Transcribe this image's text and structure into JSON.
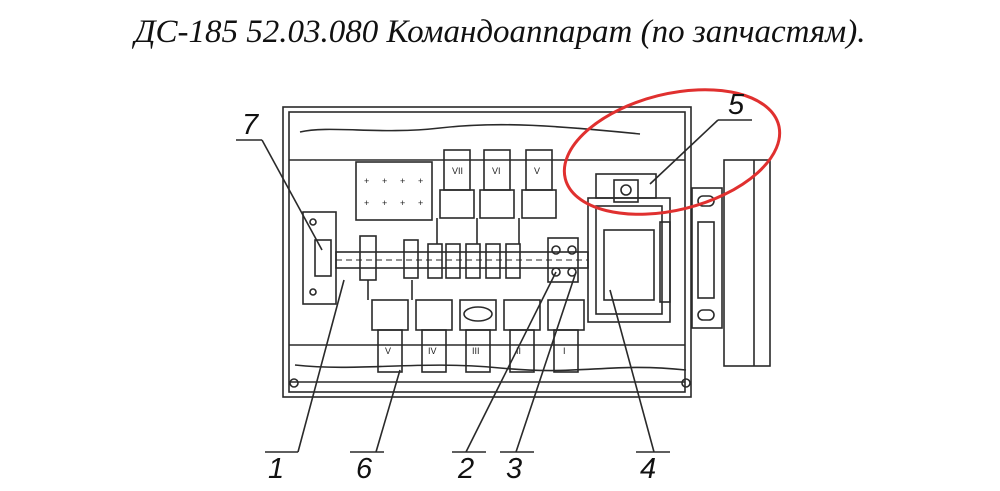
{
  "title": "ДС-185 52.03.080  Командоаппарат (по запчастям).",
  "callouts": [
    {
      "id": "1",
      "text": "1"
    },
    {
      "id": "2",
      "text": "2"
    },
    {
      "id": "3",
      "text": "3"
    },
    {
      "id": "4",
      "text": "4"
    },
    {
      "id": "5",
      "text": "5"
    },
    {
      "id": "6",
      "text": "6"
    },
    {
      "id": "7",
      "text": "7"
    }
  ],
  "switch_labels_top": [
    "VII",
    "VI",
    "V"
  ],
  "switch_labels_bottom": [
    "V",
    "IV",
    "III",
    "II",
    "I"
  ],
  "colors": {
    "line": "#2a2a2a",
    "highlight": "#e0302f",
    "background": "#ffffff"
  }
}
